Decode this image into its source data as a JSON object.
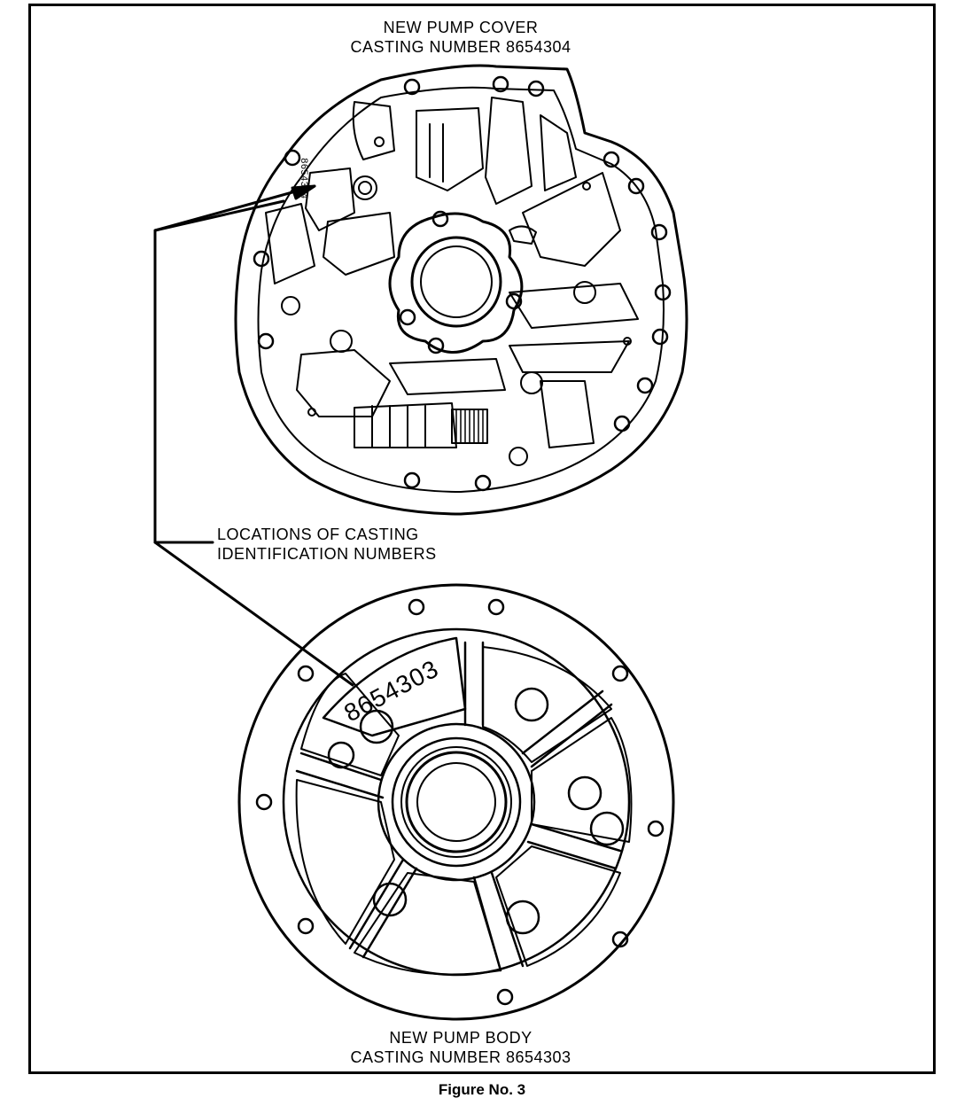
{
  "cover": {
    "title_line1": "NEW PUMP COVER",
    "title_line2": "CASTING NUMBER 8654304",
    "stamp": "8654304"
  },
  "body": {
    "title_line1": "NEW PUMP BODY",
    "title_line2": "CASTING NUMBER 8654303",
    "stamp": "8654303"
  },
  "callout": {
    "line1": "LOCATIONS OF CASTING",
    "line2": "IDENTIFICATION NUMBERS"
  },
  "caption": "Figure No. 3",
  "colors": {
    "ink": "#000000",
    "paper": "#ffffff"
  }
}
